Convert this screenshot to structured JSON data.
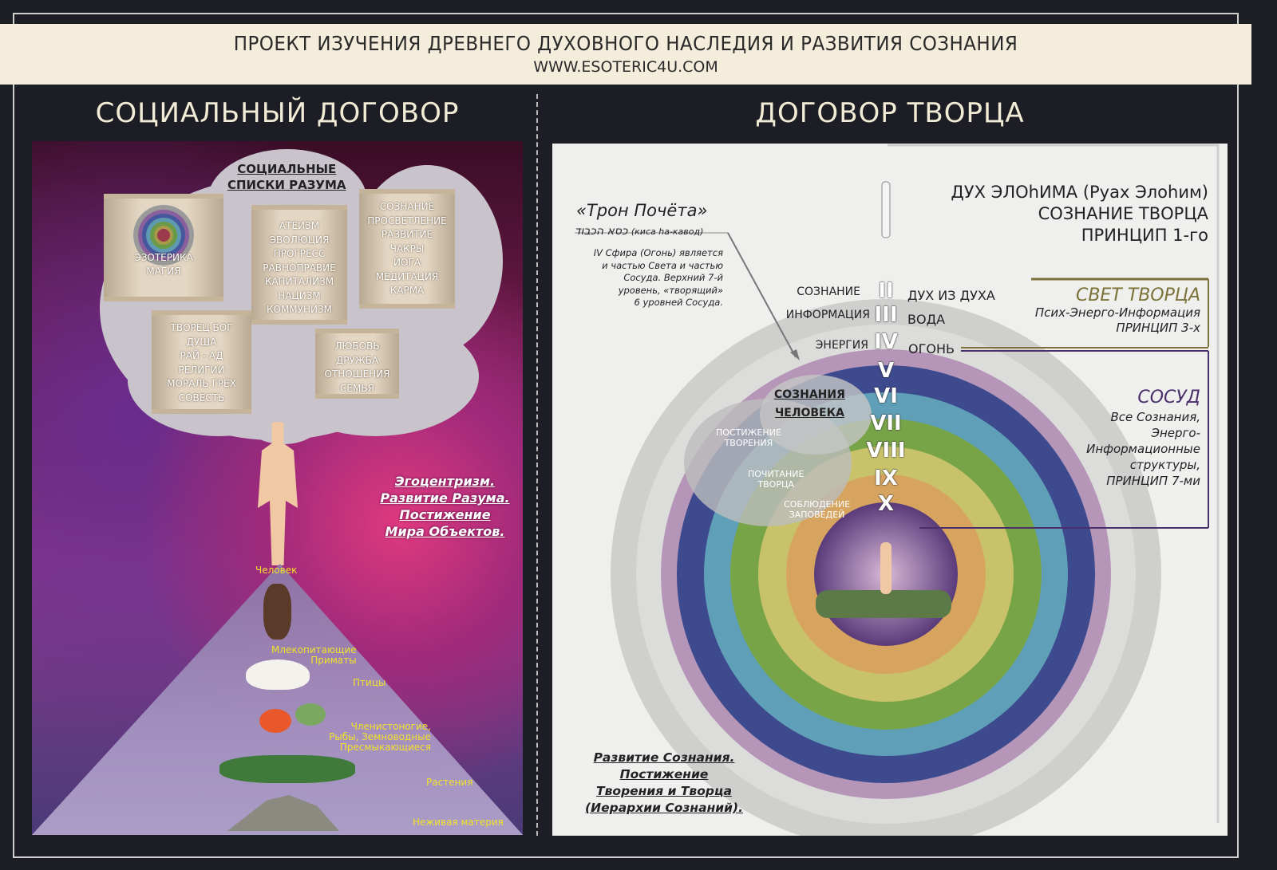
{
  "header": {
    "title": "ПРОЕКТ ИЗУЧЕНИЯ ДРЕВНЕГО ДУХОВНОГО НАСЛЕДИЯ И РАЗВИТИЯ СОЗНАНИЯ",
    "url": "WWW.ESOTERIC4U.COM"
  },
  "left": {
    "title": "СОЦИАЛЬНЫЙ ДОГОВОР",
    "cloud_title": [
      "СОЦИАЛЬНЫЕ",
      "СПИСКИ РАЗУМА"
    ],
    "scrolls": [
      [
        "ЭЗОТЕРИКА",
        "МАГИЯ"
      ],
      [
        "АТЕИЗМ",
        "ЭВОЛЮЦИЯ",
        "ПРОГРЕСС",
        "РАВНОПРАВИЕ",
        "КАПИТАЛИЗМ",
        "НАЦИЗМ",
        "КОММУНИЗМ"
      ],
      [
        "СОЗНАНИЕ",
        "ПРОСВЕТЛЕНИЕ",
        "РАЗВИТИЕ",
        "ЧАКРЫ",
        "ЙОГА",
        "МЕДИТАЦИЯ",
        "КАРМА"
      ],
      [
        "ТВОРЕЦ  БОГ",
        "ДУША",
        "РАЙ - АД",
        "РЕЛИГИИ",
        "МОРАЛЬ  ГРЕХ",
        "СОВЕСТЬ"
      ],
      [
        "ЛЮБОВЬ",
        "ДРУЖБА",
        "ОТНОШЕНИЯ",
        "СЕМЬЯ"
      ]
    ],
    "caption": [
      "Эгоцентризм.",
      "Развитие Разума.",
      "Постижение",
      "Мира Объектов."
    ],
    "pyramid": [
      "Человек",
      "Млекопитающие\nПриматы",
      "Птицы",
      "Членистоногие,\nРыбы, Земноводные\nПресмыкающиеся",
      "Растения",
      "Неживая материя"
    ]
  },
  "right": {
    "title": "ДОГОВОР ТВОРЦА",
    "spirit": [
      "ДУХ ЭЛОhИМА (Руах Элоhим)",
      "СОЗНАНИЕ ТВОРЦА",
      "ПРИНЦИП 1-го"
    ],
    "throne": {
      "title": "«Трон Почёта»",
      "hebrew": "כסא הכבוד",
      "translit": "(киса hа-кавод)",
      "note": [
        "IV Сфира (Огонь) является",
        "и частью Света  и частью",
        "Сосуда.  Верхний 7-й",
        "уровень, «творящий»",
        "6 уровней Сосуда."
      ]
    },
    "levels": [
      {
        "num": "II",
        "left": "СОЗНАНИЕ",
        "right": "ДУХ ИЗ ДУХА"
      },
      {
        "num": "III",
        "left": "ИНФОРМАЦИЯ",
        "right": "ВОДА"
      },
      {
        "num": "IV",
        "left": "ЭНЕРГИЯ",
        "right": "ОГОНЬ"
      },
      {
        "num": "V"
      },
      {
        "num": "VI"
      },
      {
        "num": "VII"
      },
      {
        "num": "VIII"
      },
      {
        "num": "IX"
      },
      {
        "num": "X"
      }
    ],
    "light": {
      "title": "СВЕТ ТВОРЦА",
      "lines": [
        "Псих-Энерго-Информация",
        "ПРИНЦИП 3-х"
      ]
    },
    "vessel": {
      "title": "СОСУД",
      "lines": [
        "Все Сознания,",
        "Энерго-",
        "Информационные",
        "структуры,",
        "ПРИНЦИП 7-ми"
      ]
    },
    "human_cloud": {
      "title": [
        "СОЗНАНИЯ",
        "ЧЕЛОВЕКА"
      ],
      "items": [
        "ПОСТИЖЕНИЕ\nТВОРЕНИЯ",
        "ПОЧИТАНИЕ\nТВОРЦА",
        "СОБЛЮДЕНИЕ\nЗАПОВЕДЕЙ"
      ]
    },
    "caption": [
      "Развитие Сознания.",
      "Постижение",
      "Творения и Творца",
      "(Иерархии Сознаний)."
    ],
    "colors": {
      "gold": "#7a7238",
      "vessel": "#4a2f6a"
    }
  }
}
